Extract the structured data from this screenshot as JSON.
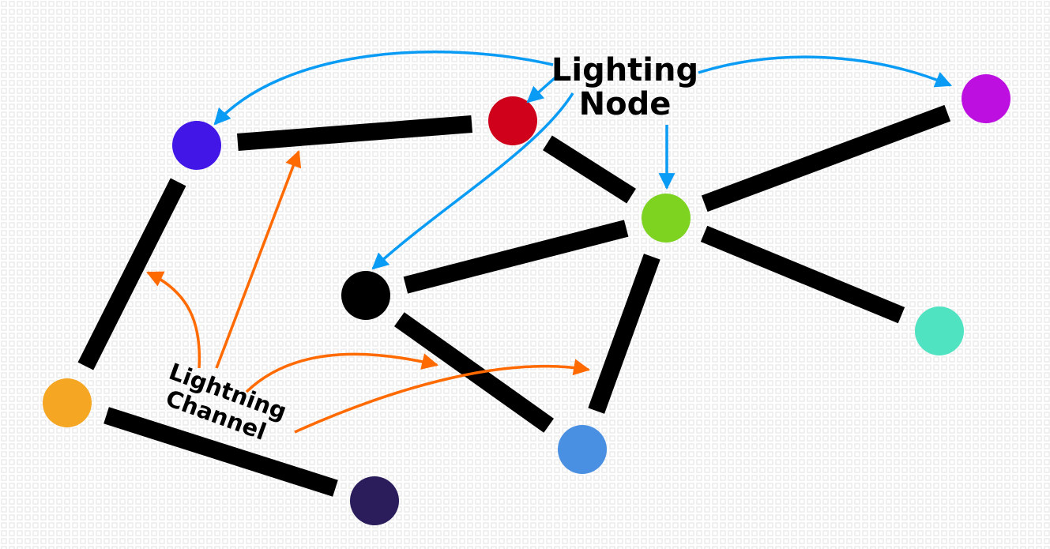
{
  "title": "Lightning network diagram",
  "labels": {
    "node_label_line1": "Lighting",
    "node_label_line2": "Node",
    "channel_label_line1": "Lightning",
    "channel_label_line2": "Channel"
  },
  "colors": {
    "channel": "#000000",
    "node_arrow": "#0a9cf5",
    "channel_arrow": "#ff6a00",
    "grid_square": "#ececec"
  },
  "nodes": [
    {
      "id": "indigo",
      "color": "#4316e8"
    },
    {
      "id": "red",
      "color": "#d0011b"
    },
    {
      "id": "magenta",
      "color": "#bd10e0"
    },
    {
      "id": "green",
      "color": "#7ed321"
    },
    {
      "id": "black",
      "color": "#000000"
    },
    {
      "id": "teal",
      "color": "#50e3c2"
    },
    {
      "id": "orange",
      "color": "#f5a623"
    },
    {
      "id": "blue",
      "color": "#4a90e2"
    },
    {
      "id": "navy",
      "color": "#2b1d5b"
    }
  ],
  "channels": [
    {
      "from": "indigo",
      "to": "red"
    },
    {
      "from": "indigo",
      "to": "orange"
    },
    {
      "from": "orange",
      "to": "navy"
    },
    {
      "from": "red",
      "to": "green"
    },
    {
      "from": "green",
      "to": "magenta"
    },
    {
      "from": "green",
      "to": "black"
    },
    {
      "from": "green",
      "to": "teal"
    },
    {
      "from": "green",
      "to": "blue"
    },
    {
      "from": "black",
      "to": "blue"
    }
  ],
  "node_label_points_to": [
    "indigo",
    "red",
    "black",
    "green",
    "magenta"
  ],
  "channel_label_points_to": [
    [
      "indigo",
      "orange"
    ],
    [
      "indigo",
      "red"
    ],
    [
      "black",
      "blue"
    ],
    [
      "green",
      "blue"
    ]
  ]
}
